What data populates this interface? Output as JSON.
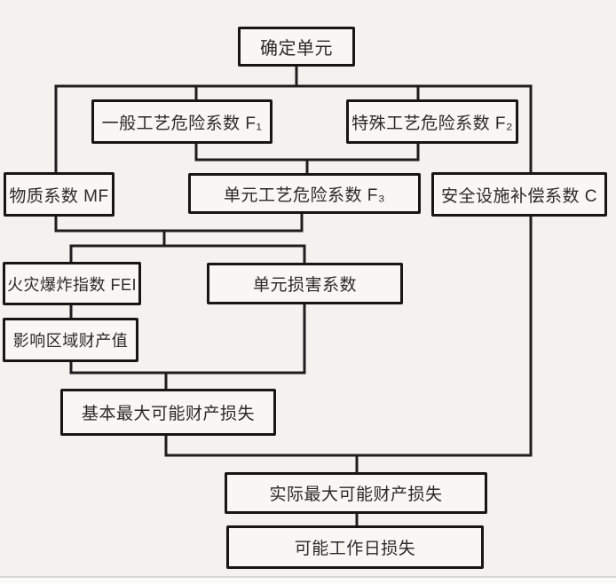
{
  "colors": {
    "background": "#f3f2ef",
    "box_fill": "#f8f7f4",
    "line": "#1f1e1c",
    "text": "#2b2a27"
  },
  "nodes": {
    "determine_unit": {
      "label": "确定单元"
    },
    "general_process_hazard": {
      "label": "一般工艺危险系数 F₁"
    },
    "special_process_hazard": {
      "label": "特殊工艺危险系数 F₂"
    },
    "material_factor": {
      "label": "物质系数 MF"
    },
    "unit_process_hazard": {
      "label": "单元工艺危险系数 F₃"
    },
    "safety_compensation": {
      "label": "安全设施补偿系数 C"
    },
    "fire_explosion_index": {
      "label": "火灾爆炸指数 FEI"
    },
    "unit_damage_factor": {
      "label": "单元损害系数"
    },
    "affected_area_value": {
      "label": "影响区域财产值"
    },
    "base_max_property_loss": {
      "label": "基本最大可能财产损失"
    },
    "actual_max_property_loss": {
      "label": "实际最大可能财产损失"
    },
    "probable_workday_loss": {
      "label": "可能工作日损失"
    }
  },
  "edges": [
    {
      "from": "determine_unit",
      "to": "general_process_hazard"
    },
    {
      "from": "determine_unit",
      "to": "special_process_hazard"
    },
    {
      "from": "determine_unit",
      "to": "material_factor"
    },
    {
      "from": "determine_unit",
      "to": "safety_compensation"
    },
    {
      "from": "general_process_hazard",
      "to": "unit_process_hazard"
    },
    {
      "from": "special_process_hazard",
      "to": "unit_process_hazard"
    },
    {
      "from": "material_factor",
      "to": "fire_explosion_index"
    },
    {
      "from": "material_factor",
      "to": "unit_damage_factor"
    },
    {
      "from": "unit_process_hazard",
      "to": "fire_explosion_index"
    },
    {
      "from": "unit_process_hazard",
      "to": "unit_damage_factor"
    },
    {
      "from": "fire_explosion_index",
      "to": "affected_area_value"
    },
    {
      "from": "affected_area_value",
      "to": "base_max_property_loss"
    },
    {
      "from": "unit_damage_factor",
      "to": "base_max_property_loss"
    },
    {
      "from": "base_max_property_loss",
      "to": "actual_max_property_loss"
    },
    {
      "from": "safety_compensation",
      "to": "actual_max_property_loss"
    },
    {
      "from": "actual_max_property_loss",
      "to": "probable_workday_loss"
    }
  ]
}
